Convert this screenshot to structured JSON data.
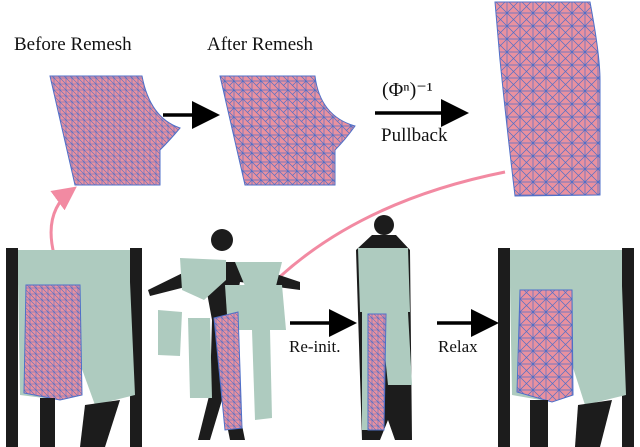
{
  "labels": {
    "before_remesh": "Before Remesh",
    "after_remesh": "After Remesh",
    "inverse_map": "(Φⁿ)⁻¹",
    "pullback": "Pullback",
    "reinit": "Re-init.",
    "relax": "Relax"
  },
  "colors": {
    "mesh_fill": "#e9919f",
    "mesh_lines": "#4f6fc8",
    "cloth": "#aecbbf",
    "cloth_shadow": "#8fb0a4",
    "mannequin": "#1c1c1c",
    "pink_arrow": "#f28aa2",
    "black_arrow": "#000000"
  }
}
